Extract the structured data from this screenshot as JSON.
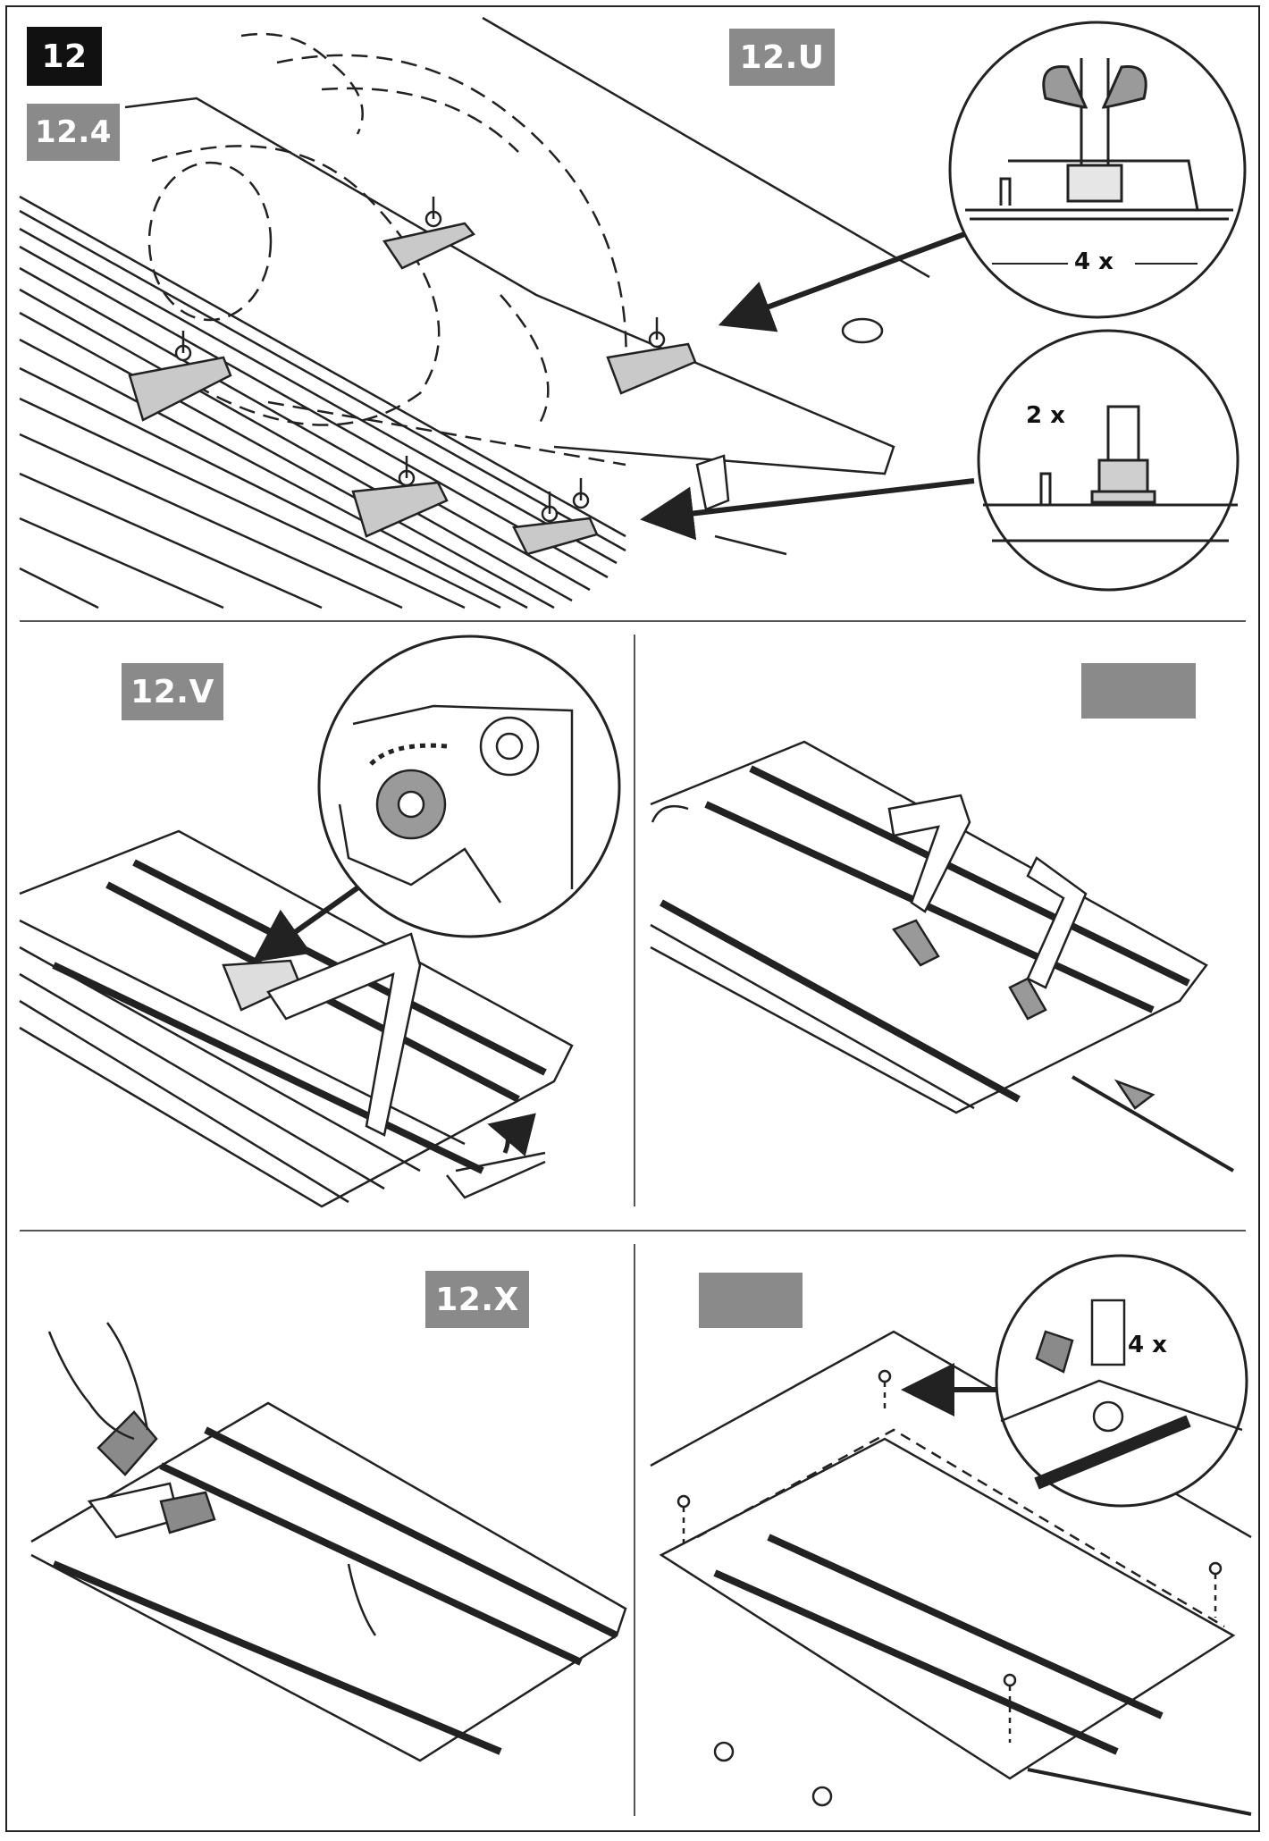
{
  "step": {
    "number": "12",
    "sub_steps": [
      {
        "label": "12.4"
      },
      {
        "label": "12.U"
      },
      {
        "label": "12.V"
      },
      {
        "label": ""
      },
      {
        "label": "12.X"
      },
      {
        "label": ""
      }
    ]
  },
  "callouts": {
    "wing_nut_qty": "4 x",
    "bolt_qty": "2 x",
    "screw_qty": "4 x"
  },
  "colors": {
    "label_gray": "#8a8a8a",
    "label_black": "#111111",
    "line": "#222222"
  }
}
